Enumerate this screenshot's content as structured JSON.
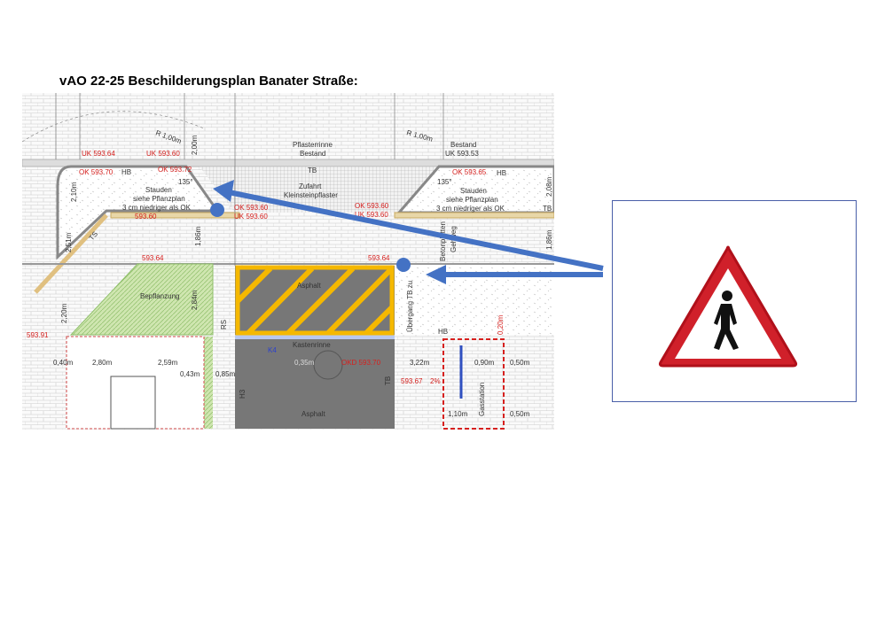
{
  "document": {
    "title": "vAO 22-25 Beschilderungsplan Banater Straße:"
  },
  "plan": {
    "labels": {
      "uk1": "UK 593.64",
      "ok1": "OK 593.70",
      "hb1": "HB",
      "uk2": "UK 593.60",
      "ok2": "OK 593.72",
      "angle1": "135°",
      "r1": "R 1,00m",
      "dim1": "2,00m",
      "stauden1": "Stauden",
      "pflanz1": "siehe Pflanzplan",
      "niedriger1": "3 cm niedriger als OK",
      "ok3": "OK 593.60",
      "uk3": "UK 593.60",
      "val1": "593.60",
      "dim2": "2,10m",
      "dim3": "2,51m",
      "dim4": "1,86m",
      "ts": "TS",
      "pflasterrinne": "Pflasterrinne",
      "bestand1": "Bestand",
      "tb1": "TB",
      "zufahrt": "Zufahrt",
      "kleinstein": "Kleinsteinpflaster",
      "r2": "R 1,00m",
      "bestand2": "Bestand",
      "uk4": "UK 593.53",
      "ok4": "OK 593.65",
      "hb2": "HB",
      "angle2": "135°",
      "stauden2": "Stauden",
      "pflanz2": "siehe Pflanzplan",
      "niedriger2": "3 cm niedriger als OK",
      "tb2": "TB",
      "ok5": "OK 593.60",
      "uk5": "UK 593.60",
      "dim5": "2,08m",
      "dim6": "1,86m",
      "val2": "593.64",
      "val3": "593.64",
      "betonplatten": "Betonplatten",
      "gehweg": "Gehweg",
      "bepflanzung": "Bepflanzung",
      "dim7": "2,84m",
      "dim8": "2,20m",
      "val4": "593.91",
      "asphalt1": "Asphalt",
      "rs": "RS",
      "uebergang": "Übergang TB zu",
      "hb3": "HB",
      "kastenrinne": "Kastenrinne",
      "k4": "K4",
      "d1": "0,40m",
      "d2": "2,80m",
      "d3": "2,59m",
      "d4": "0,43m",
      "d5": "0,85m",
      "d6": "0,35m",
      "okd": "OKD 593.70",
      "d7": "3,22m",
      "d8": "0,90m",
      "d9": "0,50m",
      "d10": "0,20m",
      "val5": "593.67",
      "slope": "2%",
      "asphalt2": "Asphalt",
      "h3": "H3",
      "tb3": "TB",
      "gasstation": "Gasstation",
      "d11": "1,10m",
      "d12": "0,50m"
    }
  },
  "sign": {
    "type": "pedestrian-warning-sign",
    "border_color": "#d0202a"
  },
  "colors": {
    "arrow": "#4472c4",
    "hatch": "#f5b800"
  }
}
